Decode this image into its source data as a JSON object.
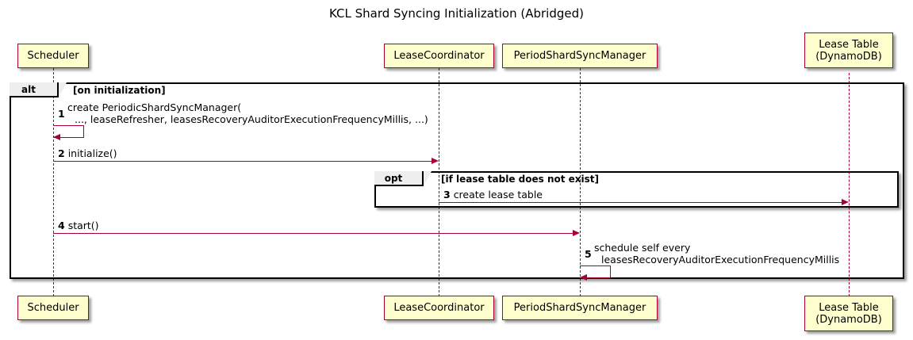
{
  "diagram": {
    "title": "KCL Shard Syncing Initialization (Abridged)",
    "type": "sequence-diagram"
  },
  "participants": [
    {
      "id": "scheduler",
      "label": "Scheduler",
      "label_line2": ""
    },
    {
      "id": "lease-coordinator",
      "label": "LeaseCoordinator",
      "label_line2": ""
    },
    {
      "id": "period-shard-sync-manager",
      "label": "PeriodShardSyncManager",
      "label_line2": ""
    },
    {
      "id": "lease-table",
      "label": "Lease Table",
      "label_line2": "(DynamoDB)"
    }
  ],
  "frames": [
    {
      "id": "alt-frame",
      "kind": "alt",
      "guard": "[on initialization]"
    },
    {
      "id": "opt-frame",
      "kind": "opt",
      "guard": "[if lease table does not exist]"
    }
  ],
  "messages": [
    {
      "num": "1",
      "line1": "create PeriodicShardSyncManager(",
      "line2": "..., leaseRefresher, leasesRecoveryAuditorExecutionFrequencyMillis, ...)",
      "from": "scheduler",
      "to": "scheduler",
      "self": true
    },
    {
      "num": "2",
      "line1": "initialize()",
      "line2": "",
      "from": "scheduler",
      "to": "lease-coordinator",
      "self": false
    },
    {
      "num": "3",
      "line1": "create lease table",
      "line2": "",
      "from": "lease-coordinator",
      "to": "lease-table",
      "self": false
    },
    {
      "num": "4",
      "line1": "start()",
      "line2": "",
      "from": "scheduler",
      "to": "period-shard-sync-manager",
      "self": false
    },
    {
      "num": "5",
      "line1": "schedule self every",
      "line2": "leasesRecoveryAuditorExecutionFrequencyMillis",
      "from": "period-shard-sync-manager",
      "to": "period-shard-sync-manager",
      "self": true
    }
  ],
  "colors": {
    "participant_fill": "#FEFECE",
    "participant_border": "#A80036",
    "arrow": "#A80036",
    "frame_border": "#000000",
    "frame_tab_fill": "#EEEEEE",
    "background": "#FFFFFF"
  }
}
